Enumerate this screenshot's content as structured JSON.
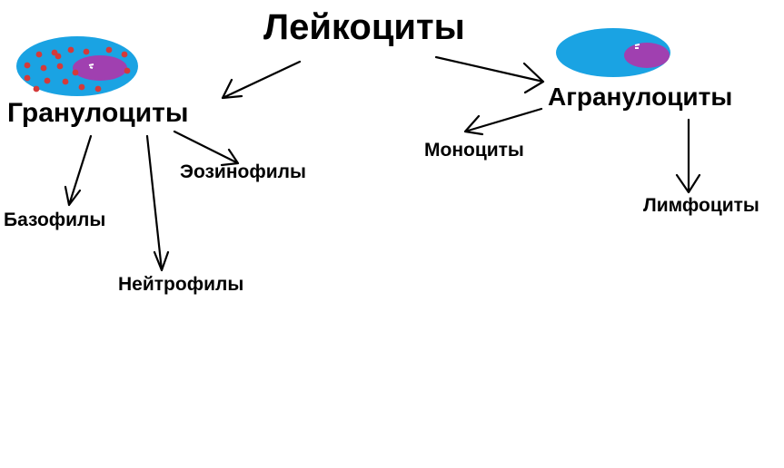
{
  "nodes": {
    "root": "Лейкоциты",
    "granulocytes": "Гранулоциты",
    "agranulocytes": "Агранулоциты",
    "eosinophils": "Эозинофилы",
    "basophils": "Базофилы",
    "neutrophils": "Нейтрофилы",
    "monocytes": "Моноциты",
    "lymphocytes": "Лимфоциты"
  },
  "edges": [
    [
      "root",
      "granulocytes"
    ],
    [
      "root",
      "agranulocytes"
    ],
    [
      "granulocytes",
      "eosinophils"
    ],
    [
      "granulocytes",
      "basophils"
    ],
    [
      "granulocytes",
      "neutrophils"
    ],
    [
      "agranulocytes",
      "monocytes"
    ],
    [
      "agranulocytes",
      "lymphocytes"
    ]
  ],
  "colors": {
    "cytoplasm": "#1aa3e3",
    "nucleus": "#a040b0",
    "granules": "#d43a3a",
    "arrow": "#000000"
  }
}
